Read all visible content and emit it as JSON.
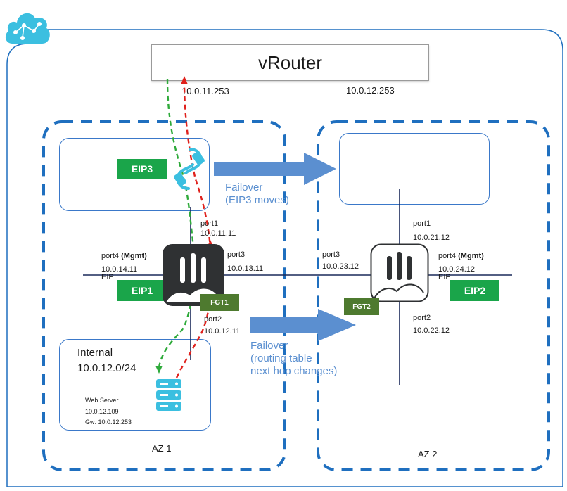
{
  "vrouter": {
    "label": "vRouter"
  },
  "subnets": {
    "az1_ip": "10.0.11.253",
    "az2_ip": "10.0.12.253"
  },
  "eips": {
    "eip3": "EIP3",
    "eip1": "EIP1",
    "eip2": "EIP2"
  },
  "fgt1": {
    "tag": "FGT1",
    "port1": {
      "name": "port1",
      "ip": "10.0.11.11"
    },
    "port2": {
      "name": "port2",
      "ip": "10.0.12.11"
    },
    "port3": {
      "name": "port3",
      "ip": "10.0.13.11"
    },
    "port4": {
      "name": "port4 ",
      "mgmt": "(Mgmt)",
      "ip": "10.0.14.11",
      "eip": "EIP"
    }
  },
  "fgt2": {
    "tag": "FGT2",
    "port1": {
      "name": "port1",
      "ip": "10.0.21.12"
    },
    "port2": {
      "name": "port2",
      "ip": "10.0.22.12"
    },
    "port3": {
      "name": "port3",
      "ip": "10.0.23.12"
    },
    "port4": {
      "name": "port4 ",
      "mgmt": "(Mgmt)",
      "ip": "10.0.24.12",
      "eip": "EIP"
    }
  },
  "failover1": {
    "line1": "Failover",
    "line2": "(EIP3 moves)"
  },
  "failover2": {
    "line1": "Failover",
    "line2": "(routing table",
    "line3": "next hop changes)"
  },
  "internal": {
    "title": "Internal",
    "cidr": "10.0.12.0/24"
  },
  "webserver": {
    "name": "Web Server",
    "ip": "10.0.12.109",
    "gw": "Gw: 10.0.12.253"
  },
  "az": {
    "az1": "AZ 1",
    "az2": "AZ 2"
  },
  "colors": {
    "accent_blue": "#1f6fbf",
    "cloud": "#3bbfe0",
    "eip_green": "#1aa54a",
    "fgt_tag": "#4e7a2f",
    "arrow": "#5b8fd0",
    "path_green": "#2eaa3a",
    "path_red": "#e0211c"
  },
  "icons": [
    "cloud-icon",
    "router-sync-icon",
    "firewall-icon",
    "server-stack-icon"
  ]
}
